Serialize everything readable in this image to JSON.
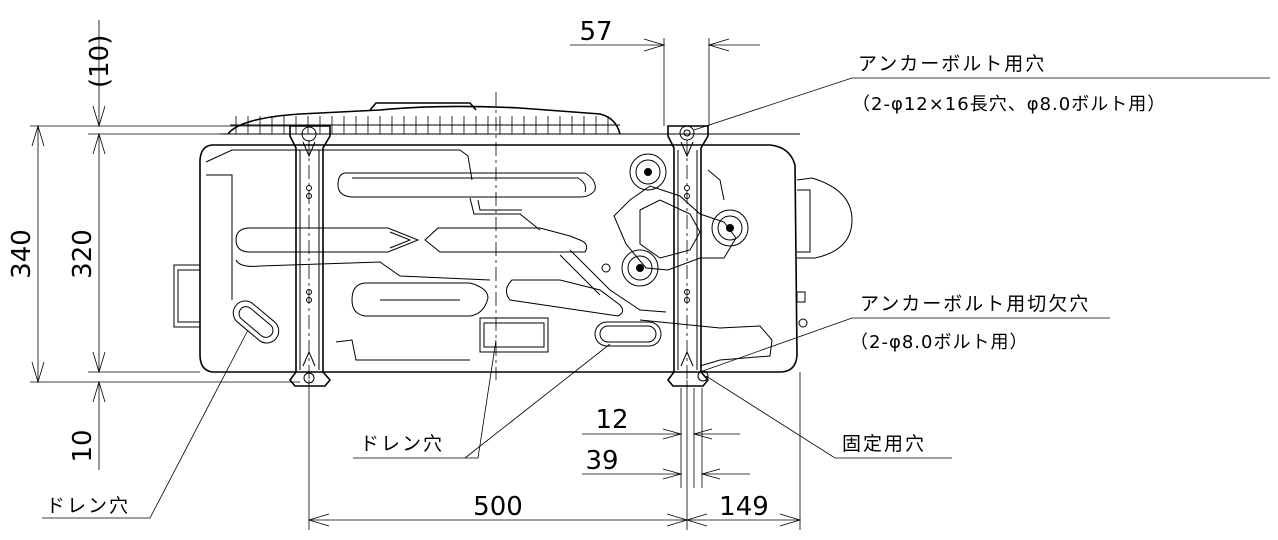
{
  "dimensions": {
    "d_10_top": "(10)",
    "d_340": "340",
    "d_320": "320",
    "d_10_bottom": "10",
    "d_57": "57",
    "d_12": "12",
    "d_39": "39",
    "d_500": "500",
    "d_149": "149"
  },
  "callouts": {
    "anchor_hole": "アンカーボルト用穴",
    "anchor_hole_spec": "（2-φ12×16長穴、φ8.0ボルト用）",
    "anchor_notch": "アンカーボルト用切欠穴",
    "anchor_notch_spec": "（2-φ8.0ボルト用）",
    "drain_center": "ドレン穴",
    "drain_left": "ドレン穴",
    "fixing_hole": "固定用穴"
  }
}
